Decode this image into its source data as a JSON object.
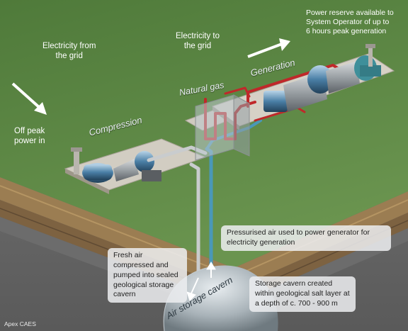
{
  "labels": {
    "electricity_from_grid": "Electricity from\nthe grid",
    "electricity_to_grid": "Electricity to\nthe grid",
    "power_reserve": "Power reserve available to\nSystem Operator of up to\n6  hours peak generation",
    "off_peak": "Off peak\npower in",
    "compression": "Compression",
    "natural_gas": "Natural gas",
    "generation": "Generation",
    "air_storage_cavern": "Air storage cavern",
    "brand": "Apex CAES"
  },
  "callouts": {
    "pressurised_air": "Pressurised air used to power generator for electricity generation",
    "fresh_air": "Fresh air compressed and pumped into sealed geological storage cavern",
    "storage_cavern": "Storage cavern created within geological salt layer at a depth of c. 700 - 900 m"
  },
  "colors": {
    "grass": "#5f8a46",
    "hot_pipe": "#c0282a",
    "air_pipe": "#4a98b8",
    "soil": "#8a6c44",
    "rock": "#6d6d6d"
  }
}
